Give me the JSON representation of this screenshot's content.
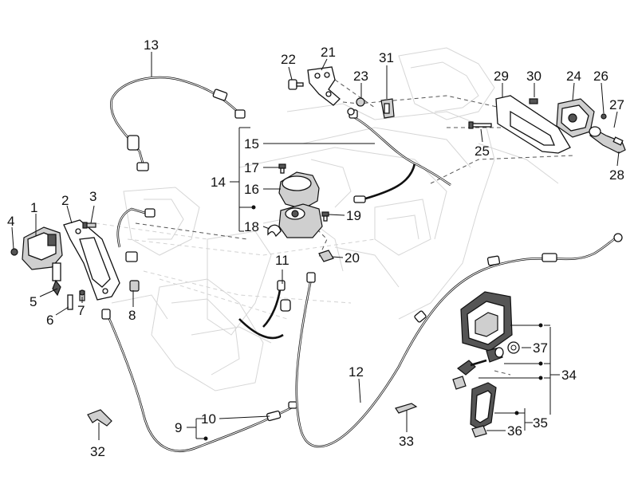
{
  "callouts": [
    "1",
    "2",
    "3",
    "4",
    "5",
    "6",
    "7",
    "8",
    "9",
    "10",
    "11",
    "12",
    "13",
    "14",
    "15",
    "16",
    "17",
    "18",
    "19",
    "20",
    "21",
    "22",
    "23",
    "24",
    "25",
    "26",
    "27",
    "28",
    "29",
    "30",
    "31",
    "32",
    "33",
    "34",
    "35",
    "36",
    "37"
  ]
}
